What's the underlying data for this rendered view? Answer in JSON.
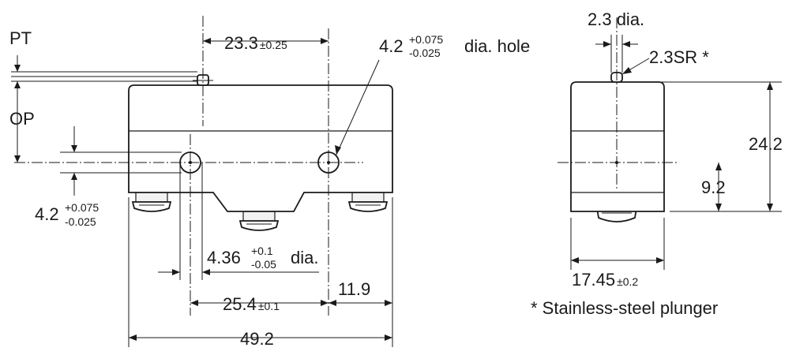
{
  "labels": {
    "pt": "PT",
    "op": "OP",
    "dim_23_3": "23.3",
    "tol_23_3": "±0.25",
    "hole_dia": "4.2",
    "hole_tol_plus": "+0.075",
    "hole_tol_minus": "-0.025",
    "hole_suffix": "dia. hole",
    "left_42": "4.2",
    "left_42_plus": "+0.075",
    "left_42_minus": "-0.025",
    "dim_4_36": "4.36",
    "tol_4_36_plus": "+0.1",
    "tol_4_36_minus": "-0.05",
    "dim_4_36_suffix": "dia.",
    "dim_25_4": "25.4",
    "tol_25_4": "±0.1",
    "dim_11_9": "11.9",
    "dim_49_2": "49.2",
    "side_2_3": "2.3 dia.",
    "side_sr": "2.3SR *",
    "side_24_2": "24.2",
    "side_9_2": "9.2",
    "side_17_45": "17.45",
    "tol_17_45": "±0.2",
    "note": "* Stainless-steel plunger"
  }
}
